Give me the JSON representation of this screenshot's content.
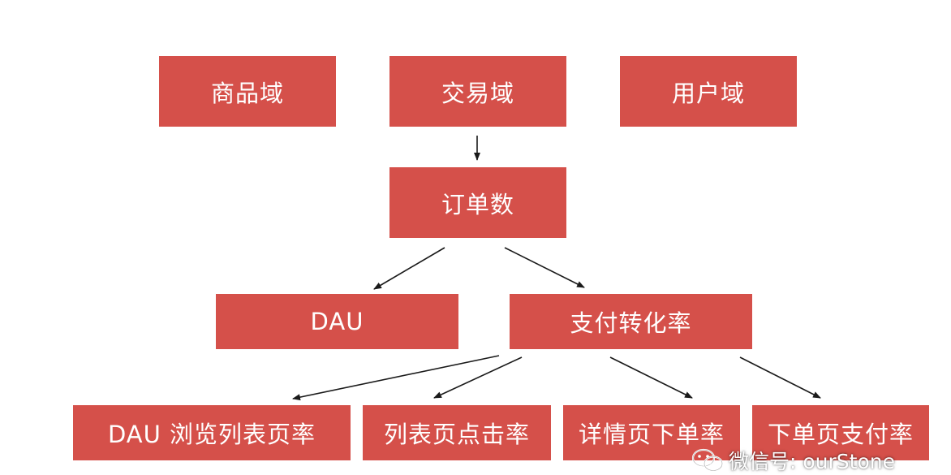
{
  "colors": {
    "box_fill": "#d5504a",
    "box_text": "#ffffff",
    "arrow": "#1a1a1a"
  },
  "top_row": {
    "goods_domain": "商品域",
    "trade_domain": "交易域",
    "user_domain": "用户域"
  },
  "level2": {
    "order_count": "订单数"
  },
  "level3": {
    "dau": "DAU",
    "pay_conversion": "支付转化率"
  },
  "level4": {
    "dau_browse_list_rate": "DAU 浏览列表页率",
    "list_click_rate": "列表页点击率",
    "detail_order_rate": "详情页下单率",
    "order_pay_rate": "下单页支付率"
  },
  "watermark": {
    "icon": "wechat-icon",
    "text": "微信号: ourStone"
  }
}
